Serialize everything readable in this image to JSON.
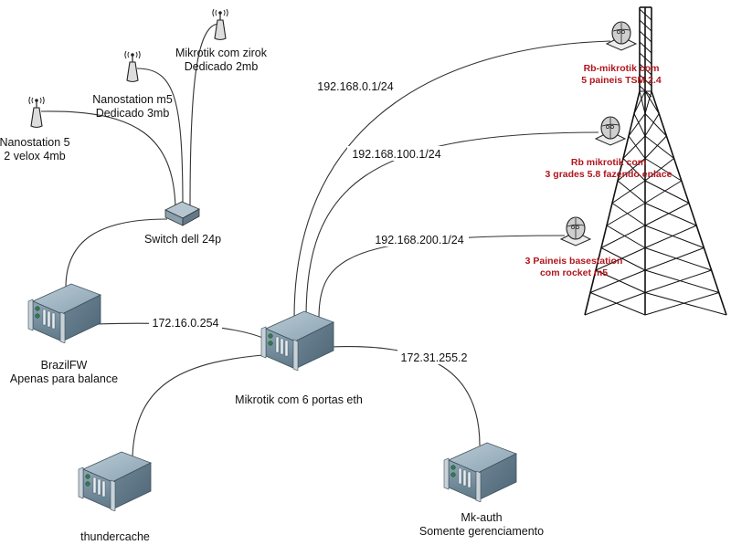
{
  "devices": {
    "nanostation5": {
      "line1": "Nanostation 5",
      "line2": "2 velox 4mb"
    },
    "nanostation_m5": {
      "line1": "Nanostation m5",
      "line2": "Dedicado 3mb"
    },
    "mikrotik_zirok": {
      "line1": "Mikrotik com zirok",
      "line2": "Dedicado 2mb"
    },
    "switch": {
      "label": "Switch dell 24p"
    },
    "brazilfw": {
      "line1": "BrazilFW",
      "line2": "Apenas para balance"
    },
    "mikrotik_main": {
      "label": "Mikrotik com 6 portas eth"
    },
    "thundercache": {
      "label": "thundercache"
    },
    "mkauth": {
      "line1": "Mk-auth",
      "line2": "Somente gerenciamento"
    }
  },
  "tower_panels": {
    "panel1": {
      "line1": "Rb-mikrotik com",
      "line2": "5 paineis TSM 2.4"
    },
    "panel2": {
      "line1": "Rb mikrotik com",
      "line2": "3 grades 5.8 fazendo enlace"
    },
    "panel3": {
      "line1": "3 Paineis basestation",
      "line2": "com rocket m5"
    }
  },
  "links": {
    "brazilfw_mikrotik": "172.16.0.254",
    "mikrotik_panel1": "192.168.0.1/24",
    "mikrotik_panel2": "192.168.100.1/24",
    "mikrotik_panel3": "192.168.200.1/24",
    "mikrotik_mkauth": "172.31.255.2"
  },
  "colors": {
    "panel_label": "#b0161d",
    "server": "#7f98a8"
  }
}
